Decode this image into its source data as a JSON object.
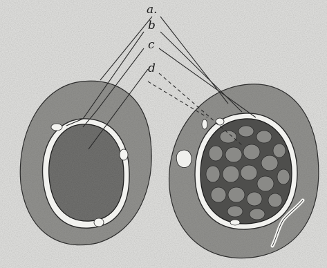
{
  "labels": {
    "a": "a.",
    "b": "b",
    "c": "c",
    "d": "d"
  },
  "colors": {
    "paper": "#dcdcda",
    "outer_cell": "#8f8f8c",
    "membrane": "#f2f2ef",
    "nucleus_left": "#6f6f6d",
    "nucleus_right": "#4e4e4c",
    "reticulum": "#8a8a87",
    "ink": "#1c1c1c"
  }
}
